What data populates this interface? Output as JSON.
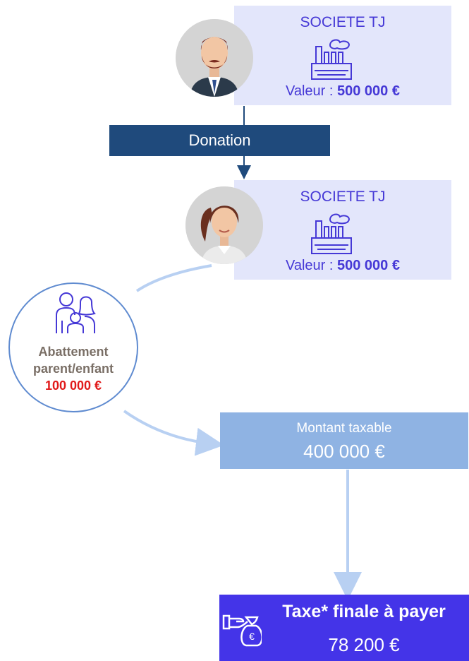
{
  "donor": {
    "avatar_icon": "man-avatar-icon",
    "company": {
      "name": "SOCIETE TJ",
      "icon": "factory-icon",
      "value_label": "Valeur : ",
      "value": "500 000 €"
    }
  },
  "donation": {
    "label": "Donation"
  },
  "recipient": {
    "avatar_icon": "woman-avatar-icon",
    "company": {
      "name": "SOCIETE TJ",
      "icon": "factory-icon",
      "value_label": "Valeur : ",
      "value": "500 000 €"
    }
  },
  "abattement": {
    "icon": "family-icon",
    "line1": "Abattement",
    "line2": "parent/enfant",
    "amount": "100 000 €"
  },
  "taxable": {
    "label": "Montant taxable",
    "amount": "400 000 €"
  },
  "final_tax": {
    "icon": "hand-money-bag-icon",
    "label": "Taxe* finale à payer",
    "amount": "78 200 €"
  },
  "colors": {
    "company_bg": "#e3e6fb",
    "company_text": "#4538d6",
    "donation_bg": "#1f4a7c",
    "connector": "#b8d0f2",
    "taxable_bg": "#8fb3e3",
    "final_bg": "#4434e8",
    "abattement_amount": "#e11a1a"
  }
}
